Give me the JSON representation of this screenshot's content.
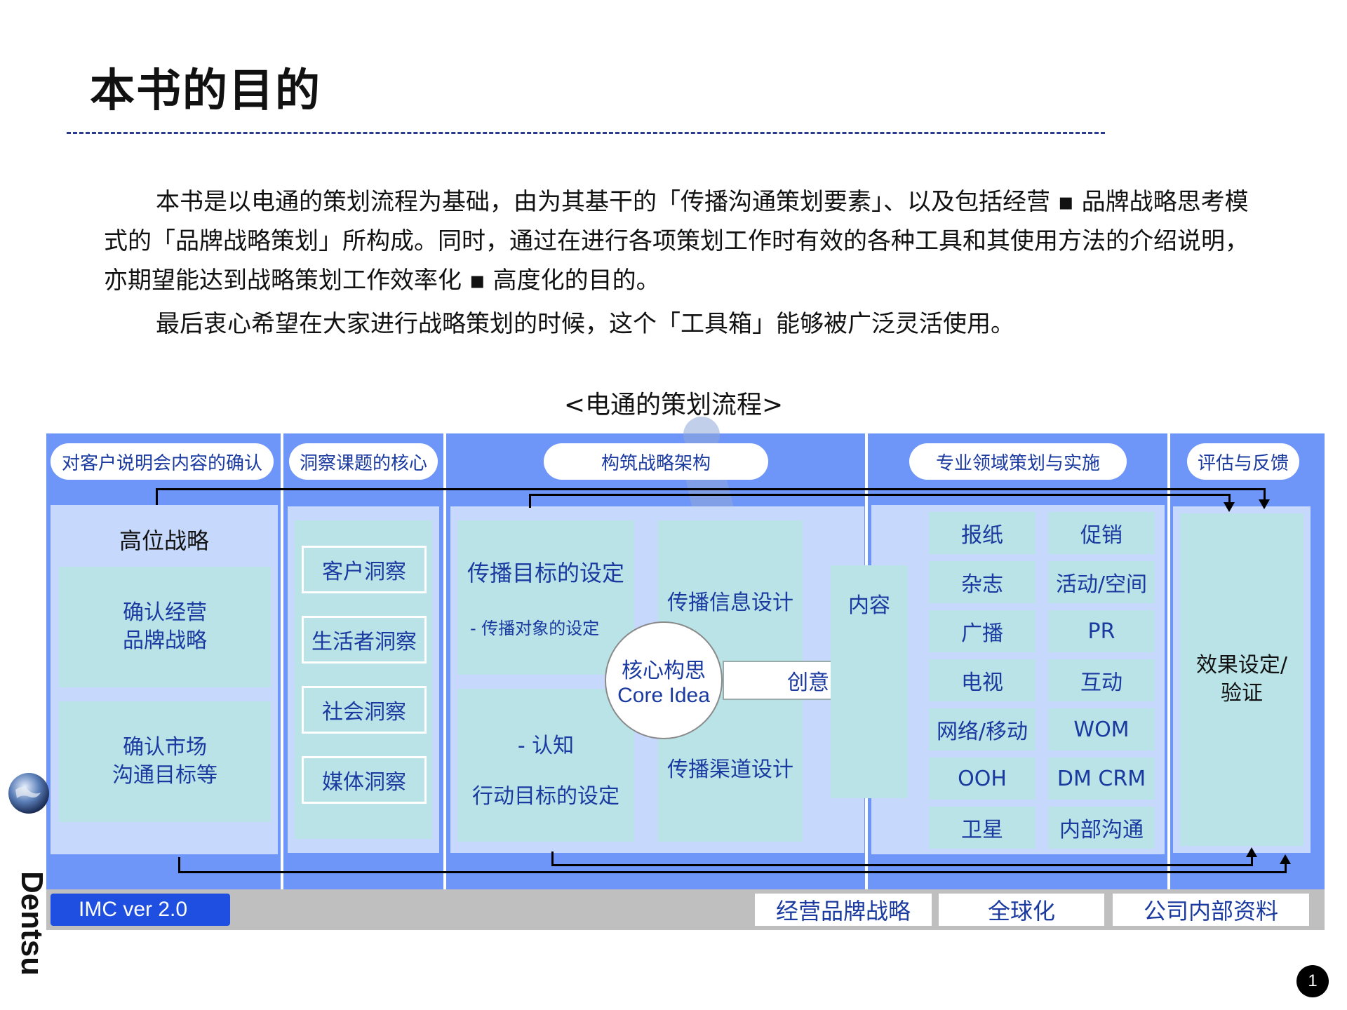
{
  "page": {
    "title": "本书的目的",
    "paragraph_1": "本书是以电通的策划流程为基础，由为其基干的「传播沟通策划要素」、以及包括经营 ▪ 品牌战略思考模式的「品牌战略策划」所构成。同时，通过在进行各项策划工作时有效的各种工具和其使用方法的介绍说明，亦期望能达到战略策划工作效率化 ▪ 高度化的目的。",
    "paragraph_2": "最后衷心希望在大家进行战略策划的时候，这个「工具箱」能够被广泛灵活使用。",
    "page_number": "1",
    "logo_text": "Dentsu"
  },
  "diagram": {
    "caption": "<电通的策划流程>",
    "headers": [
      "对客户说明会内容的确认",
      "洞察课题的核心",
      "构筑战略架构",
      "专业领域策划与实施",
      "评估与反馈"
    ],
    "col1": {
      "title": "高位战略",
      "box1": "确认经营\n品牌战略",
      "box2": "确认市场\n沟通目标等"
    },
    "insights": [
      "客户洞察",
      "生活者洞察",
      "社会洞察",
      "媒体洞察"
    ],
    "col3": {
      "goal_title": "传播目标的设定",
      "goal_sub": "- 传播对象的设定",
      "action_line1": "- 认知",
      "action_line2": "行动目标的设定",
      "message": "传播信息设计",
      "channel": "传播渠道设计",
      "core_cn": "核心构思",
      "core_en": "Core Idea",
      "creative": "创意"
    },
    "content": "内容",
    "media_left": [
      "报纸",
      "杂志",
      "广播",
      "电视",
      "网络/移动",
      "OOH",
      "卫星"
    ],
    "media_right": [
      "促销",
      "活动/空间",
      "PR",
      "互动",
      "WOM",
      "DM CRM",
      "内部沟通"
    ],
    "evaluation": "效果设定/\n验证"
  },
  "footer": {
    "version": "IMC ver 2.0",
    "buttons": [
      "经营品牌战略",
      "全球化",
      "公司内部资料"
    ]
  }
}
